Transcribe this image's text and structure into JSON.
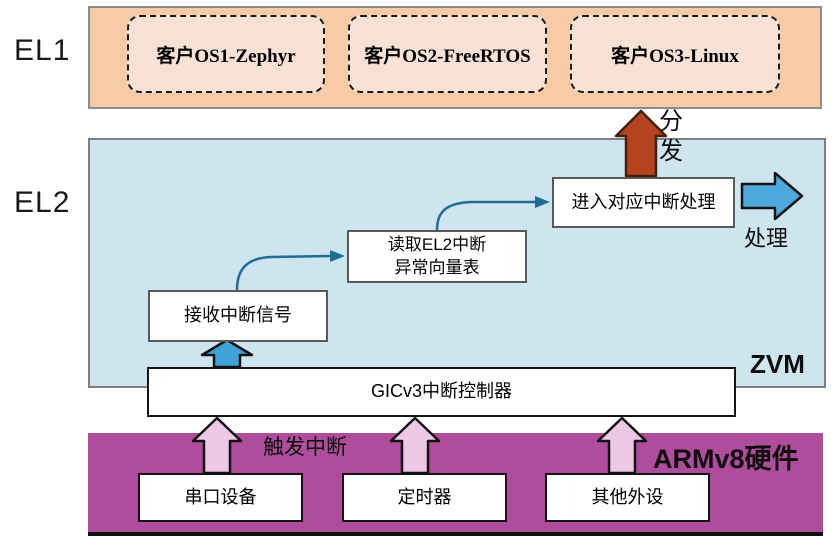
{
  "side_labels": {
    "el1": "EL1",
    "el2": "EL2"
  },
  "el1": {
    "guests": [
      {
        "label": "客户OS1-Zephyr"
      },
      {
        "label": "客户OS2-FreeRTOS"
      },
      {
        "label": "客户OS3-Linux"
      }
    ]
  },
  "el2": {
    "zvm_label": "ZVM",
    "receive": "接收中断信号",
    "read_line1": "读取EL2中断",
    "read_line2": "异常向量表",
    "enter": "进入对应中断处理",
    "gic": "GICv3中断控制器",
    "dispatch": "分发",
    "handle": "处理"
  },
  "hw": {
    "label": "ARMv8硬件",
    "trigger": "触发中断",
    "devices": [
      {
        "label": "串口设备"
      },
      {
        "label": "定时器"
      },
      {
        "label": "其他外设"
      }
    ]
  },
  "colors": {
    "el1_band": "#F7CBA6",
    "guest_box": "#FAE1D6",
    "el2_band": "#CEE5EF",
    "hw_band": "#B04C9C",
    "dispatch_arrow": "#B5431E",
    "dispatch_arrow_border": "#43200D",
    "handle_arrow": "#4FA8DC",
    "signal_arrow": "#3FA3D7",
    "device_arrow": "#ECC8E6",
    "arrow_border": "#121212",
    "flow_arrow": "#1E6E96"
  }
}
